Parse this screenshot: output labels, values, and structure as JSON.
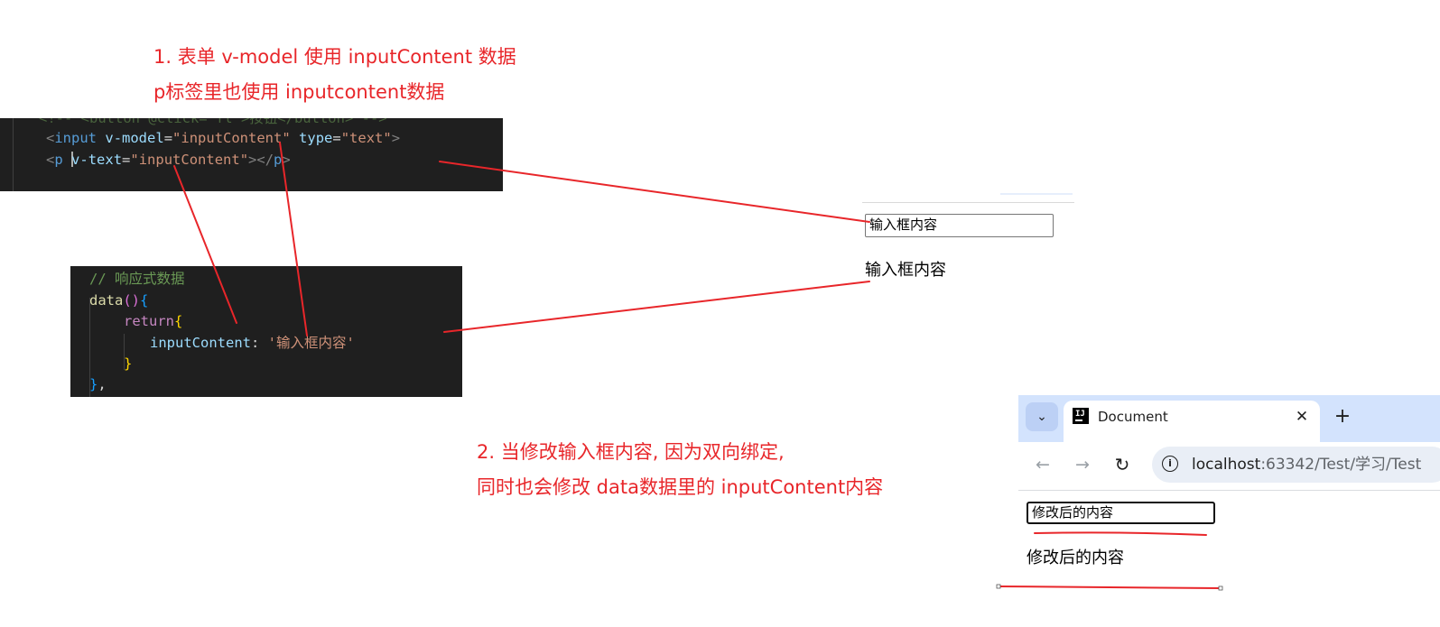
{
  "annotations": {
    "note1_line1": "1. 表单 v-model 使用 inputContent 数据",
    "note1_line2": "p标签里也使用 inputcontent数据",
    "note2_line1": "2. 当修改输入框内容, 因为双向绑定,",
    "note2_line2": "同时也会修改 data数据里的 inputContent内容",
    "color": "#e8262a"
  },
  "code_template": {
    "line0": "<!-- <button @click=\"fl\">按钮</button> -->",
    "line1": {
      "open": "<",
      "tag": "input",
      "attr1": "v-model",
      "eq1": "=",
      "val1": "\"inputContent\"",
      "attr2": "type",
      "eq2": "=",
      "val2": "\"text\"",
      "close": ">"
    },
    "line2": {
      "open": "<",
      "tag": "p",
      "attr1": "v-text",
      "eq1": "=",
      "val1": "\"inputContent\"",
      "close": "></",
      "endtag": "p",
      "end": ">"
    }
  },
  "code_script": {
    "comment": "// 响应式数据",
    "data_fn": "data",
    "data_paren": "()",
    "data_brace": "{",
    "return_kw": "return",
    "return_brace": "{",
    "prop": "inputContent",
    "colon": ": ",
    "prop_value": "'输入框内容'",
    "inner_close": "}",
    "outer_close": "}",
    "outer_comma": ","
  },
  "demo_before": {
    "input_value": "输入框内容",
    "p_text": "输入框内容"
  },
  "browser": {
    "tab_title": "Document",
    "favicon_text": "IJ",
    "url_host": "localhost",
    "url_rest": ":63342/Test/学习/Test",
    "back_icon": "←",
    "forward_icon": "→",
    "reload_icon": "↻",
    "close_icon": "✕",
    "new_tab_icon": "+",
    "tab_list_icon": "⌄",
    "info_icon": "i"
  },
  "demo_after": {
    "input_value": "修改后的内容",
    "p_text": "修改后的内容"
  }
}
